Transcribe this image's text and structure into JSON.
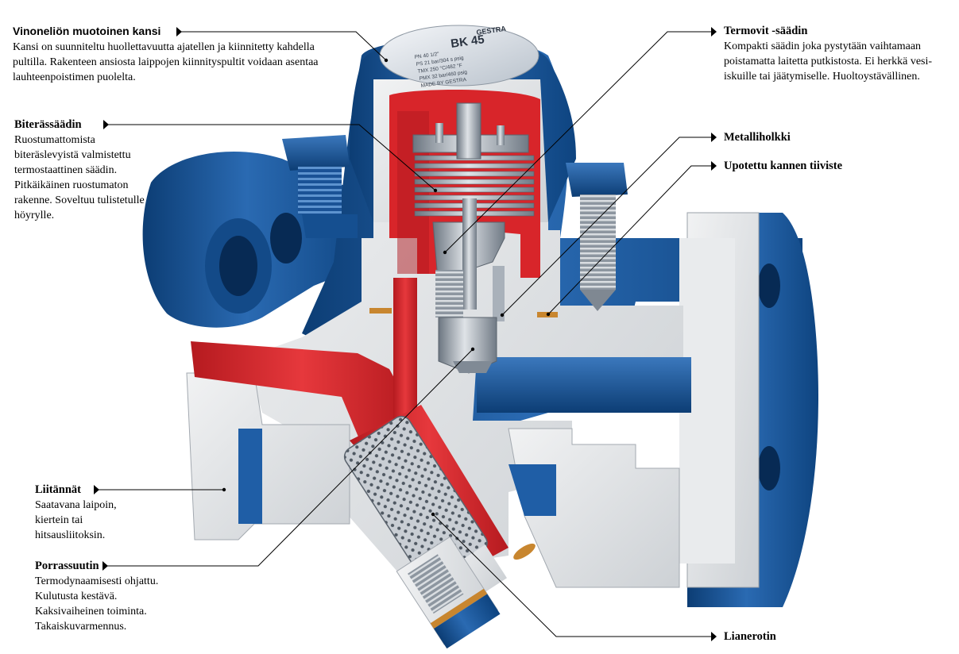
{
  "nameplate": {
    "brand": "GESTRA",
    "model": "BK 45",
    "lines": [
      "PN 40  1/2\"",
      "PS 21 bar/304 s psig",
      "TMX 250 °C/482 °F",
      "PMX 32 bar/460 psig",
      "MADE BY GESTRA"
    ]
  },
  "callouts": {
    "cover": {
      "title": "Vinoneliön muotoinen kansi",
      "body": "Kansi on suunniteltu huollettavuutta ajatellen ja kiinnitetty kahdella\npultilla. Rakenteen ansiosta laippojen kiinnityspultit voidaan asentaa\nlauhteenpoistimen puolelta."
    },
    "bimetal": {
      "title": "Biterässäädin",
      "body": "Ruostumattomista\nbiteräslevyistä valmistettu\ntermostaattinen säädin.\nPitkäikäinen ruostumaton\nrakenne. Soveltuu tulistetulle\nhöyrylle."
    },
    "thermovit": {
      "title": "Termovit -säädin",
      "body": "Kompakti säädin joka pystytään vaihtamaan\npoistamatta laitetta putkistosta. Ei herkkä vesi-\niskuille tai jäätymiselle. Huoltoystävällinen."
    },
    "sleeve": {
      "title": "Metalliholkki"
    },
    "gasket": {
      "title": "Upotettu kannen tiiviste"
    },
    "connections": {
      "title": "Liitännät",
      "body": "Saatavana laipoin,\nkiertein tai\nhitsausliitoksin."
    },
    "nozzle": {
      "title": "Porrassuutin",
      "body": "Termodynaamisesti ohjattu.\nKulutusta kestävä.\nKaksivaiheinen toiminta.\nTakaiskuvarmennus."
    },
    "strainer": {
      "title": "Lianerotin"
    }
  },
  "colors": {
    "blue_dark": "#0c3d74",
    "blue": "#1f5ea6",
    "blue_light": "#4b85c4",
    "grey_cut": "#e6e8ea",
    "grey_shadow": "#b9bec4",
    "red": "#d8252a",
    "red_dark": "#a8161b",
    "steel": "#a9b1ba",
    "steel_dark": "#6c7681",
    "copper": "#c8862f"
  }
}
